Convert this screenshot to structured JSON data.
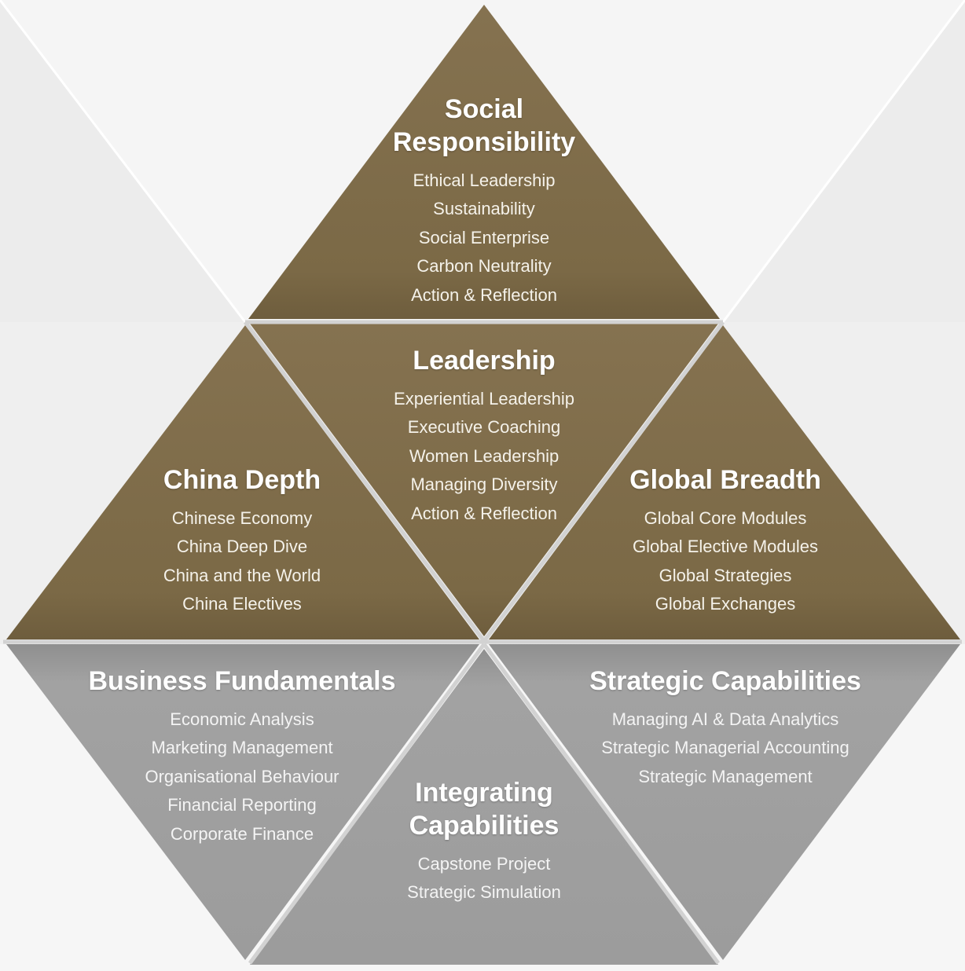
{
  "colors": {
    "background": "#f3f3f3",
    "gold": "#7f6c47",
    "grey": "#9e9e9e",
    "separator": "#cfcfcf",
    "text": "#ffffff"
  },
  "sections": {
    "social_responsibility": {
      "title": "Social\nResponsibility",
      "items": [
        "Ethical Leadership",
        "Sustainability",
        "Social Enterprise",
        "Carbon Neutrality",
        "Action & Reflection"
      ]
    },
    "leadership": {
      "title": "Leadership",
      "items": [
        "Experiential Leadership",
        "Executive Coaching",
        "Women Leadership",
        "Managing Diversity",
        "Action & Reflection"
      ]
    },
    "china_depth": {
      "title": "China Depth",
      "items": [
        "Chinese Economy",
        "China Deep Dive",
        "China and the World",
        "China Electives"
      ]
    },
    "global_breadth": {
      "title": "Global Breadth",
      "items": [
        "Global Core Modules",
        "Global Elective Modules",
        "Global Strategies",
        "Global Exchanges"
      ]
    },
    "business_fundamentals": {
      "title": "Business Fundamentals",
      "items": [
        "Economic Analysis",
        "Marketing Management",
        "Organisational Behaviour",
        "Financial Reporting",
        "Corporate Finance"
      ]
    },
    "strategic_capabilities": {
      "title": "Strategic Capabilities",
      "items": [
        "Managing AI & Data Analytics",
        "Strategic Managerial Accounting",
        "Strategic Management"
      ]
    },
    "integrating_capabilities": {
      "title": "Integrating\nCapabilities",
      "items": [
        "Capstone Project",
        "Strategic Simulation"
      ]
    }
  }
}
